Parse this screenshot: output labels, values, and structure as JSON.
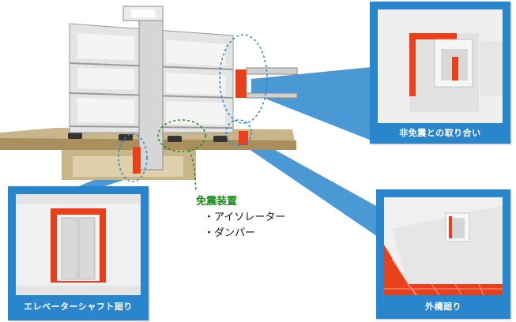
{
  "labels": {
    "non_isolated_junction": "非免震との取り合い",
    "elevator_shaft": "エレベーターシャフト廻り",
    "exterior_works": "外構廻り"
  },
  "legend": {
    "heading": "免震装置",
    "items": [
      "・アイソレーター",
      "・ダンパー"
    ]
  },
  "colors": {
    "callout_blue": "#2a86cc",
    "highlight_red": "#e8401c",
    "isolator_green": "#1e8a1e",
    "foundation_tan": "#c9b58a",
    "wall_grey": "#e4e4e4"
  }
}
